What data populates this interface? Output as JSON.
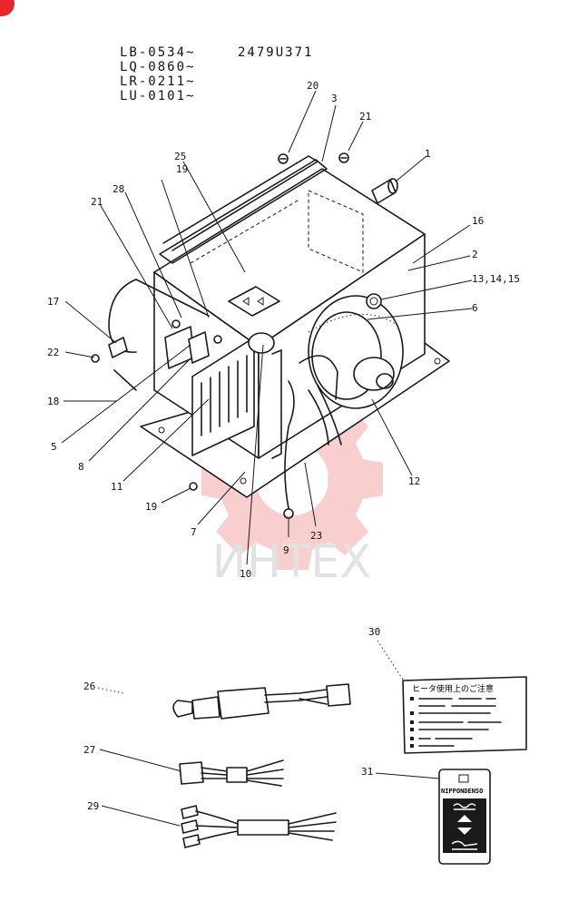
{
  "header": {
    "serial_lines": [
      "LB-0534~",
      "LQ-0860~",
      "LR-0211~",
      "LU-0101~"
    ],
    "part_number": "2479U371"
  },
  "watermark": {
    "text": "ИНТЕХ",
    "color": "#e8262b"
  },
  "callouts": {
    "c1": "1",
    "c2": "2",
    "c3": "3",
    "c5": "5",
    "c6": "6",
    "c7": "7",
    "c8": "8",
    "c9": "9",
    "c10": "10",
    "c11": "11",
    "c12": "12",
    "c13": "13,14,15",
    "c16": "16",
    "c17": "17",
    "c18": "18",
    "c19a": "19",
    "c19b": "19",
    "c20": "20",
    "c21a": "21",
    "c21b": "21",
    "c22": "22",
    "c23": "23",
    "c25": "25",
    "c26": "26",
    "c27": "27",
    "c28": "28",
    "c29": "29",
    "c30": "30",
    "c31": "31"
  },
  "label_30": {
    "title": "ヒータ使用上のご注意"
  },
  "label_31": {
    "brand": "NIPPONDENSO"
  }
}
